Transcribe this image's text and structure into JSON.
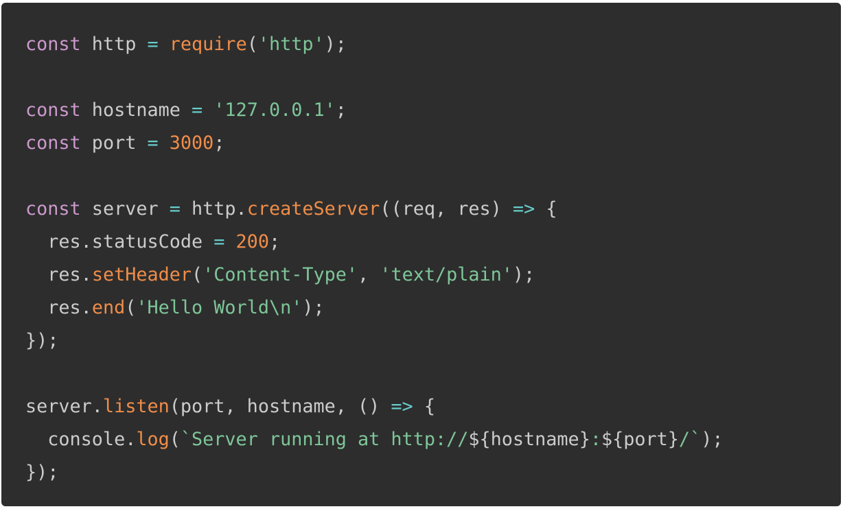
{
  "colors": {
    "background": "#2d2d2d",
    "plain": "#cccccc",
    "keyword": "#cc99cd",
    "function": "#f08d49",
    "number": "#f08d49",
    "string": "#7ec699",
    "operator": "#67cdcc"
  },
  "code_lines": [
    [
      [
        "keyword",
        "const"
      ],
      [
        "plain",
        " http "
      ],
      [
        "operator",
        "="
      ],
      [
        "plain",
        " "
      ],
      [
        "function",
        "require"
      ],
      [
        "plain",
        "("
      ],
      [
        "string",
        "'http'"
      ],
      [
        "plain",
        ");"
      ]
    ],
    [],
    [
      [
        "keyword",
        "const"
      ],
      [
        "plain",
        " hostname "
      ],
      [
        "operator",
        "="
      ],
      [
        "plain",
        " "
      ],
      [
        "string",
        "'127.0.0.1'"
      ],
      [
        "plain",
        ";"
      ]
    ],
    [
      [
        "keyword",
        "const"
      ],
      [
        "plain",
        " port "
      ],
      [
        "operator",
        "="
      ],
      [
        "plain",
        " "
      ],
      [
        "number",
        "3000"
      ],
      [
        "plain",
        ";"
      ]
    ],
    [],
    [
      [
        "keyword",
        "const"
      ],
      [
        "plain",
        " server "
      ],
      [
        "operator",
        "="
      ],
      [
        "plain",
        " http."
      ],
      [
        "function",
        "createServer"
      ],
      [
        "plain",
        "((req, res) "
      ],
      [
        "operator",
        "=>"
      ],
      [
        "plain",
        " {"
      ]
    ],
    [
      [
        "plain",
        "  res.statusCode "
      ],
      [
        "operator",
        "="
      ],
      [
        "plain",
        " "
      ],
      [
        "number",
        "200"
      ],
      [
        "plain",
        ";"
      ]
    ],
    [
      [
        "plain",
        "  res."
      ],
      [
        "function",
        "setHeader"
      ],
      [
        "plain",
        "("
      ],
      [
        "string",
        "'Content-Type'"
      ],
      [
        "plain",
        ", "
      ],
      [
        "string",
        "'text/plain'"
      ],
      [
        "plain",
        ");"
      ]
    ],
    [
      [
        "plain",
        "  res."
      ],
      [
        "function",
        "end"
      ],
      [
        "plain",
        "("
      ],
      [
        "string",
        "'Hello World\\n'"
      ],
      [
        "plain",
        ");"
      ]
    ],
    [
      [
        "plain",
        "});"
      ]
    ],
    [],
    [
      [
        "plain",
        "server."
      ],
      [
        "function",
        "listen"
      ],
      [
        "plain",
        "(port, hostname, () "
      ],
      [
        "operator",
        "=>"
      ],
      [
        "plain",
        " {"
      ]
    ],
    [
      [
        "plain",
        "  console."
      ],
      [
        "function",
        "log"
      ],
      [
        "plain",
        "("
      ],
      [
        "string",
        "`Server running at http://"
      ],
      [
        "plain",
        "${hostname}"
      ],
      [
        "string",
        ":"
      ],
      [
        "plain",
        "${port}"
      ],
      [
        "string",
        "/`"
      ],
      [
        "plain",
        ");"
      ]
    ],
    [
      [
        "plain",
        "});"
      ]
    ]
  ]
}
